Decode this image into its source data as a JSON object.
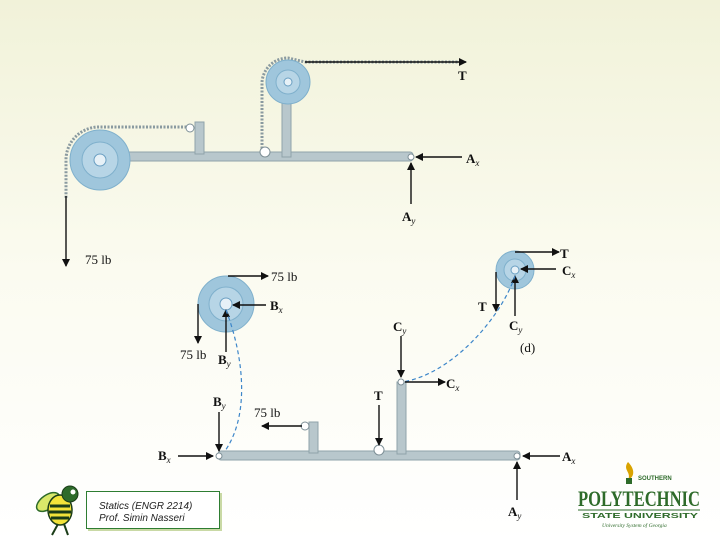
{
  "labels": {
    "top_T": "T",
    "top_Ax": "A",
    "top_Ax_sub": "x",
    "top_Ay": "A",
    "top_Ay_sub": "y",
    "top_75": "75 lb",
    "pulleyB_75_top": "75 lb",
    "pulleyB_75_left": "75 lb",
    "pulleyB_Bx": "B",
    "pulleyB_Bx_sub": "x",
    "pulleyB_By": "B",
    "pulleyB_By_sub": "y",
    "pulleyC_T_top": "T",
    "pulleyC_Cx": "C",
    "pulleyC_Cx_sub": "x",
    "pulleyC_T_left": "T",
    "pulleyC_Cy": "C",
    "pulleyC_Cy_sub": "y",
    "pulleyC_part": "(d)",
    "frame_Cy": "C",
    "frame_Cy_sub": "y",
    "frame_Cx": "C",
    "frame_Cx_sub": "x",
    "frame_T": "T",
    "frame_By": "B",
    "frame_By_sub": "y",
    "frame_75": "75 lb",
    "frame_Bx": "B",
    "frame_Bx_sub": "x",
    "frame_Ax": "A",
    "frame_Ax_sub": "x",
    "frame_Ay": "A",
    "frame_Ay_sub": "y"
  },
  "footer": {
    "course": "Statics (ENGR 2214)",
    "professor": "Prof. Simin Nasseri",
    "university_logo": "POLYTECHNIC",
    "university_top": "SOUTHERN",
    "university_state": "STATE UNIVERSITY",
    "university_system": "University System of Georgia"
  },
  "colors": {
    "member": "#b8c7cc",
    "pulley_outer": "#9fc6dc",
    "pulley_inner": "#5fa2cf",
    "dashed": "#3d86c9",
    "logo_green": "#2e6b2a"
  }
}
